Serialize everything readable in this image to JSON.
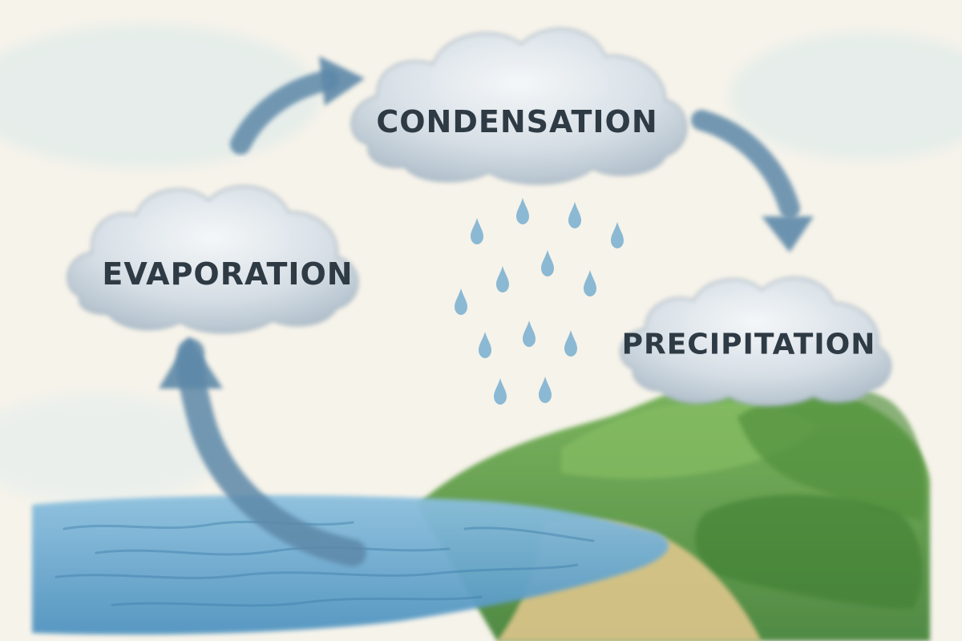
{
  "diagram": {
    "stages": [
      {
        "id": "condensation",
        "label": "CONDENSATION"
      },
      {
        "id": "evaporation",
        "label": "EVAPORATION"
      },
      {
        "id": "precipitation",
        "label": "PRECIPITATION"
      }
    ],
    "flow": [
      {
        "from": "evaporation",
        "to": "condensation"
      },
      {
        "from": "condensation",
        "to": "precipitation"
      },
      {
        "from": "water",
        "to": "evaporation"
      }
    ]
  },
  "colors": {
    "background": "#f6f3ea",
    "arrow": "#5d88a8",
    "cloud": "#d8e0e6",
    "cloud_shadow": "#9fb0bf",
    "water": "#6aa9cf",
    "raindrop": "#7fb3d2",
    "land": "#5f9a46",
    "sand": "#e6c98f",
    "text": "#2e3a44"
  },
  "icons": [
    "cloud-icon",
    "arrow-icon",
    "raindrop-icon",
    "ocean-icon",
    "hills-icon"
  ]
}
